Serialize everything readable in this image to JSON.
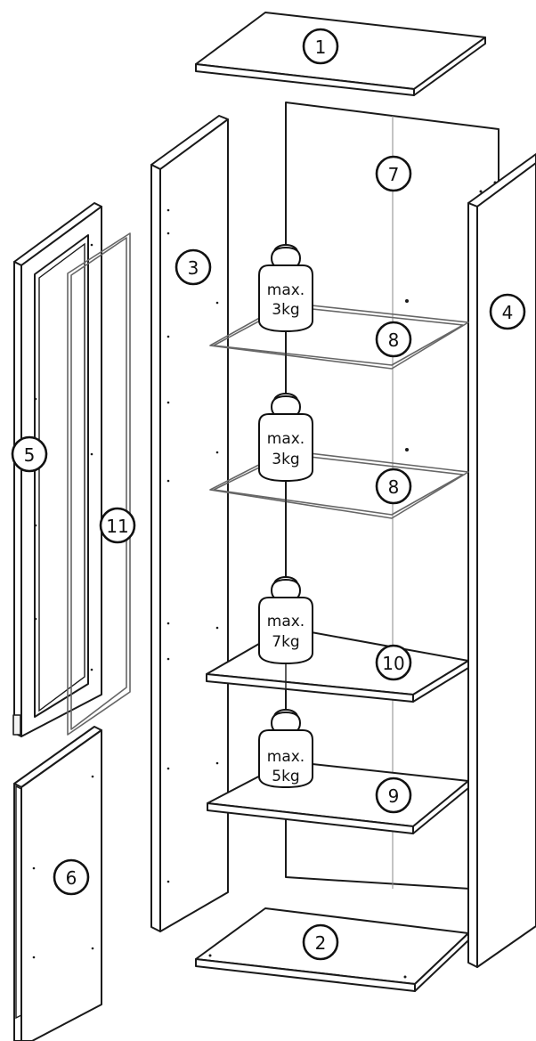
{
  "callouts": [
    "1",
    "2",
    "3",
    "4",
    "5",
    "6",
    "7",
    "8",
    "8",
    "9",
    "10",
    "11"
  ],
  "weights": [
    {
      "line1": "max.",
      "line2": "3kg"
    },
    {
      "line1": "max.",
      "line2": "3kg"
    },
    {
      "line1": "max.",
      "line2": "7kg"
    },
    {
      "line1": "max.",
      "line2": "5kg"
    }
  ]
}
